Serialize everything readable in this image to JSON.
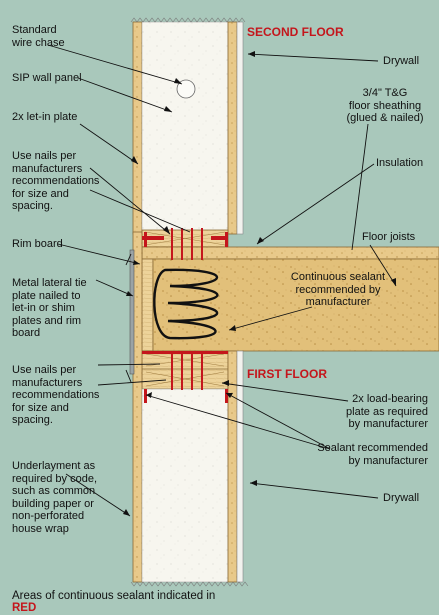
{
  "labels": {
    "second_floor": "SECOND FLOOR",
    "first_floor": "FIRST FLOOR",
    "wire_chase": "Standard\nwire chase",
    "sip_panel": "SIP wall panel",
    "let_in_plate": "2x let-in plate",
    "nails_top": "Use nails per\nmanufacturers\nrecommendations\nfor size and\nspacing.",
    "rim_board": "Rim board",
    "tie_plate": "Metal lateral tie\nplate nailed to\nlet-in or shim\nplates and rim\nboard",
    "nails_bottom": "Use nails per\nmanufacturers\nrecommendations\nfor size and\nspacing.",
    "underlayment": "Underlayment as\nrequired by code,\nsuch as common\nbuilding paper or\nnon-perforated\nhouse wrap",
    "drywall_top": "Drywall",
    "sheathing": "3/4\" T&G\nfloor sheathing\n(glued & nailed)",
    "insulation": "Insulation",
    "floor_joists": "Floor joists",
    "continuous_sealant": "Continuous sealant\nrecommended by\nmanufacturer",
    "load_bearing_plate": "2x load-bearing\nplate as required\nby manufacturer",
    "sealant_recommended": "Sealant recommended\nby manufacturer",
    "drywall_bottom": "Drywall"
  },
  "footer": {
    "note": "Areas of continuous sealant indicated in",
    "highlight": "RED"
  },
  "colors": {
    "background": "#a9c8bb",
    "sealant_red": "#c4161c",
    "osb": "#e8c98a",
    "foam": "#f7f6ef",
    "joist": "#e2c07a",
    "drywall": "#f2f2ee"
  }
}
